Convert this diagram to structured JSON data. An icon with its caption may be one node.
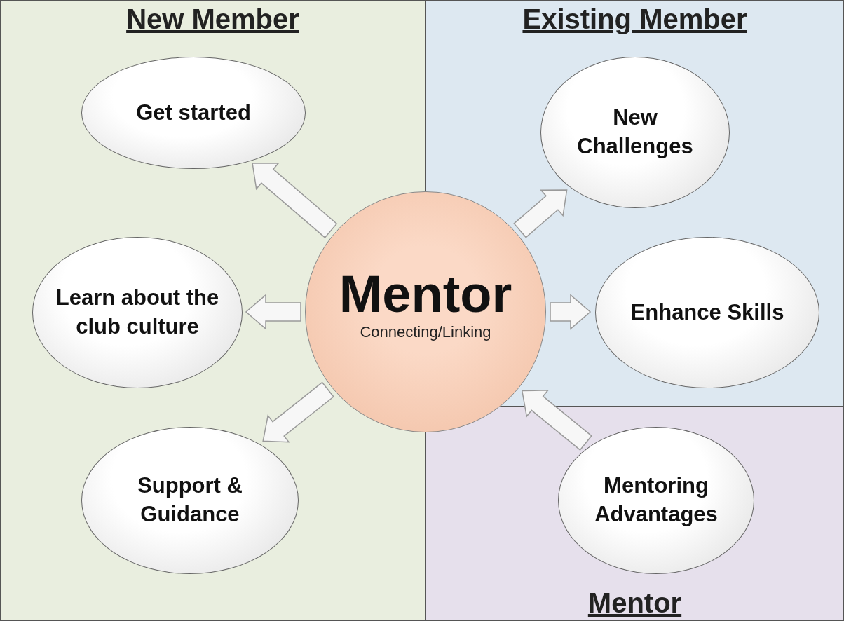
{
  "diagram": {
    "nodes": [
      {
        "text": [
          "New Member"
        ]
      },
      {
        "text": [
          "Get started"
        ],
        "in": 0
      },
      {
        "text": [
          "Learn about the club culture"
        ],
        "in": 0
      },
      {
        "text": [
          "Support & Guidance"
        ],
        "in": 0
      },
      {
        "text": [
          "Existing Member"
        ]
      },
      {
        "text": [
          "New Challenges"
        ],
        "in": 4
      },
      {
        "text": [
          "Enhance Skills"
        ],
        "in": 4
      },
      {
        "text": [
          "Mentor"
        ]
      },
      {
        "text": [
          "Mentoring Advantages"
        ],
        "in": 7
      },
      {
        "text": [
          "Mentor",
          "Connecting/Linking"
        ]
      }
    ],
    "edges": [
      {
        "from": 9,
        "to": 1,
        "arrow": "to"
      },
      {
        "from": 9,
        "to": 2,
        "arrow": "to"
      },
      {
        "from": 9,
        "to": 3,
        "arrow": "to"
      },
      {
        "from": 9,
        "to": 5,
        "arrow": "to"
      },
      {
        "from": 9,
        "to": 6,
        "arrow": "to"
      },
      {
        "from": 8,
        "to": 9,
        "arrow": "to"
      }
    ]
  }
}
